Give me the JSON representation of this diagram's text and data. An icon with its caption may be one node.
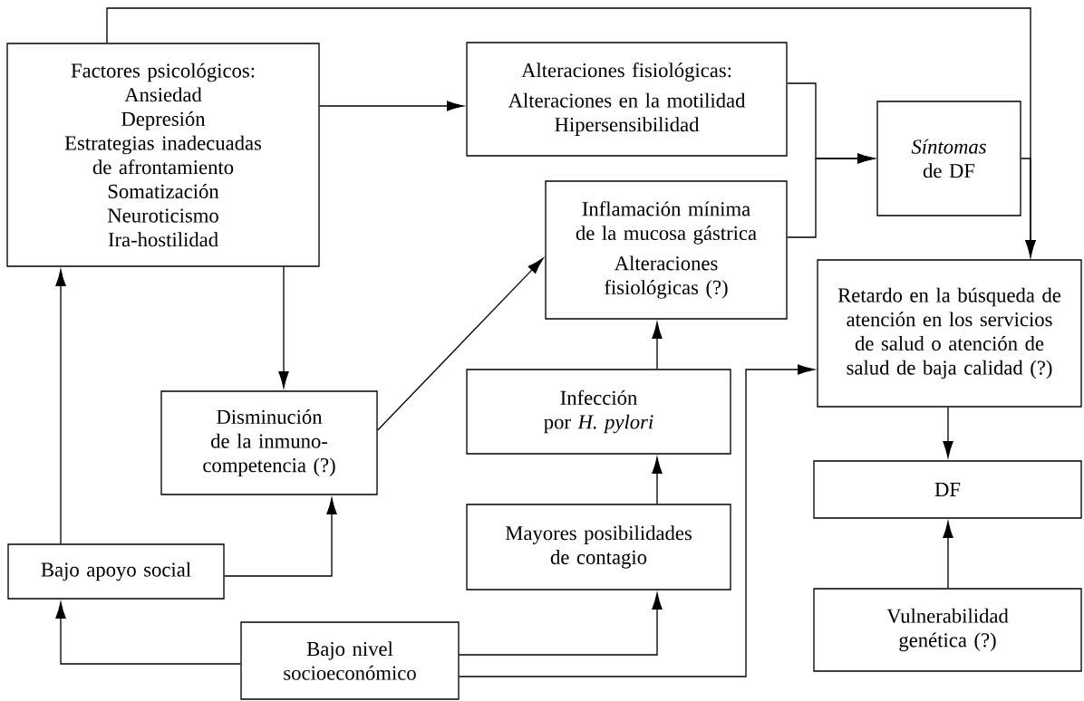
{
  "diagram": {
    "nodes": [
      {
        "text": [
          "Factores psicológicos:",
          "Ansiedad",
          "Depresión",
          "Estrategias inadecuadas de afrontamiento",
          "Somatización",
          "Neuroticismo",
          "Ira-hostilidad"
        ]
      },
      {
        "text": [
          "Alteraciones fisiológicas:",
          "Alteraciones en la motilidad",
          "Hipersensibilidad"
        ]
      },
      {
        "text": [
          "*Síntomas* de DF"
        ]
      },
      {
        "text": [
          "Inflamación mínima de la mucosa gástrica",
          "Alteraciones fisiológicas (?)"
        ]
      },
      {
        "text": [
          "Retardo en la búsqueda de atención en los servicios de salud o atención de salud de baja calidad (?)"
        ]
      },
      {
        "text": [
          "Disminución de la inmuno-competencia (?)"
        ]
      },
      {
        "text": [
          "Infección por *H. pylori*"
        ]
      },
      {
        "text": [
          "Mayores posibilidades de contagio"
        ]
      },
      {
        "text": [
          "DF"
        ]
      },
      {
        "text": [
          "Vulnerabilidad genética (?)"
        ]
      },
      {
        "text": [
          "Bajo apoyo social"
        ]
      },
      {
        "text": [
          "Bajo nivel socioeconómico"
        ]
      }
    ],
    "edges": [
      {
        "from": 0,
        "to": 1,
        "arrow": "to"
      },
      {
        "from": 0,
        "to": 4,
        "arrow": "to"
      },
      {
        "from": 0,
        "to": 5,
        "arrow": "to"
      },
      {
        "from": 1,
        "to": 2,
        "arrow": "to"
      },
      {
        "from": 3,
        "to": 2,
        "arrow": "to"
      },
      {
        "from": 2,
        "to": 4,
        "arrow": "to"
      },
      {
        "from": 5,
        "to": 3,
        "arrow": "to"
      },
      {
        "from": 10,
        "to": 0,
        "arrow": "to"
      },
      {
        "from": 10,
        "to": 5,
        "arrow": "to"
      },
      {
        "from": 11,
        "to": 10,
        "arrow": "to"
      },
      {
        "from": 11,
        "to": 7,
        "arrow": "to"
      },
      {
        "from": 11,
        "to": 4,
        "arrow": "to"
      },
      {
        "from": 7,
        "to": 6,
        "arrow": "to"
      },
      {
        "from": 6,
        "to": 3,
        "arrow": "to"
      },
      {
        "from": 4,
        "to": 8,
        "arrow": "to"
      },
      {
        "from": 9,
        "to": 8,
        "arrow": "to"
      }
    ]
  }
}
